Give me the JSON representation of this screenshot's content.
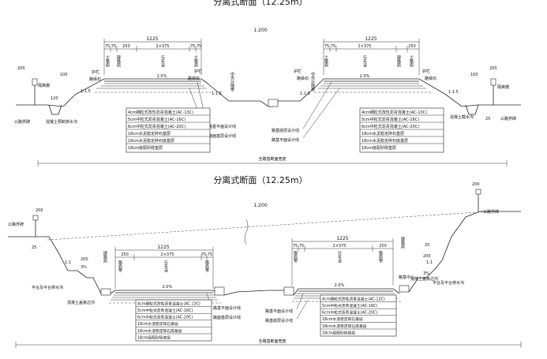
{
  "sections": [
    {
      "title": "分离式断面（12.25m）",
      "scale": "1:200",
      "overall_label": "全路基断面宽度",
      "dims": {
        "total": "1225",
        "left_parts": [
          "75",
          "75",
          "250"
        ],
        "mid": "2×375",
        "right_parts": [
          "75",
          "75"
        ],
        "fence_h": "200",
        "left_small": "100",
        "right_small": "100",
        "left_ditch": "120",
        "bottom": "25"
      },
      "vertical_text": {
        "left_shoulder": "土路肩",
        "hard_shoulder": "硬路肩",
        "lane": "行车道",
        "right_shoulder": "土路肩"
      },
      "labels": {
        "guard_left": "护栏",
        "guard_right": "护栏",
        "curb_left": "路缘石",
        "curb_right": "路缘石",
        "slope_l1": "1:1.5",
        "slope_l2": "1:1.5",
        "slope_r1": "1:1.5",
        "slope_r2": "1:1.5",
        "cross_slope_l": "2.0%",
        "cross_slope_r": "2.0%",
        "fence_l": "隔离栅",
        "fence_r": "隔离栅",
        "drain_l": "公路界碑",
        "drain_r": "公路界碑",
        "ditch_l": "混凝土预制排水沟",
        "ditch_r": "混凝土截水沟",
        "center_l": "中央分隔带",
        "center_r": "中央分隔带"
      },
      "callouts": [
        "路基平面设计线",
        "路面基层设计线",
        "路基底层设计线",
        "路基平面设计线"
      ],
      "layers": [
        "4cm细粒式改性沥青混凝土(AC-13C)",
        "5cm中粒式沥青混凝土(AC-16C)",
        "6cm中粒式沥青混凝土(AC-20C)",
        "18cm水泥稳定碎石基层",
        "18cm水泥稳定碎石底基层",
        "18cm级配砂砾垫层"
      ]
    },
    {
      "title": "分离式断面（12.25m）",
      "scale": "1:200",
      "overall_label": "全路基断面宽度",
      "dims": {
        "total": "1225",
        "left_parts": [
          "250"
        ],
        "mid": "2×375",
        "right_parts": [
          "75",
          "75"
        ],
        "fence_h": "200",
        "left_small": "200",
        "right_small": "200",
        "bottom": "25"
      },
      "vertical_text": {
        "left_col1": "硬路肩",
        "left_col2": "路肩带",
        "lane": "行车道",
        "right_col": "路肩带"
      },
      "labels": {
        "left_top": "公路界碑",
        "right_top": "公路界碑",
        "left_platform": "平台及平台排水沟",
        "right_platform": "平台及平台排水沟",
        "left_ditch": "混凝土盖板边沟",
        "right_ditch": "混凝土盖板边沟",
        "slope_l": "1:1",
        "slope_r": "1:1",
        "pct_l": "3%",
        "pct_r": "3%",
        "cross_slope_l": "2.0%",
        "cross_slope_r": "2.0%",
        "bottom_l": "25",
        "bottom_r": "25",
        "center_r": "路基中心"
      },
      "callouts": [
        "路基平面设计线",
        "路面基层设计线",
        "路基平面设计线",
        "路基底层设计线"
      ],
      "layers": [
        "4cm细粒式改性沥青混凝土(AC-13C)",
        "5cm中粒式沥青混凝土(AC-16C)",
        "6cm中粒式沥青混凝土(AC-20C)",
        "18cm水泥稳定碎石基层",
        "18cm水泥稳定碎石底基层",
        "18cm级配砂砾垫层"
      ]
    }
  ]
}
